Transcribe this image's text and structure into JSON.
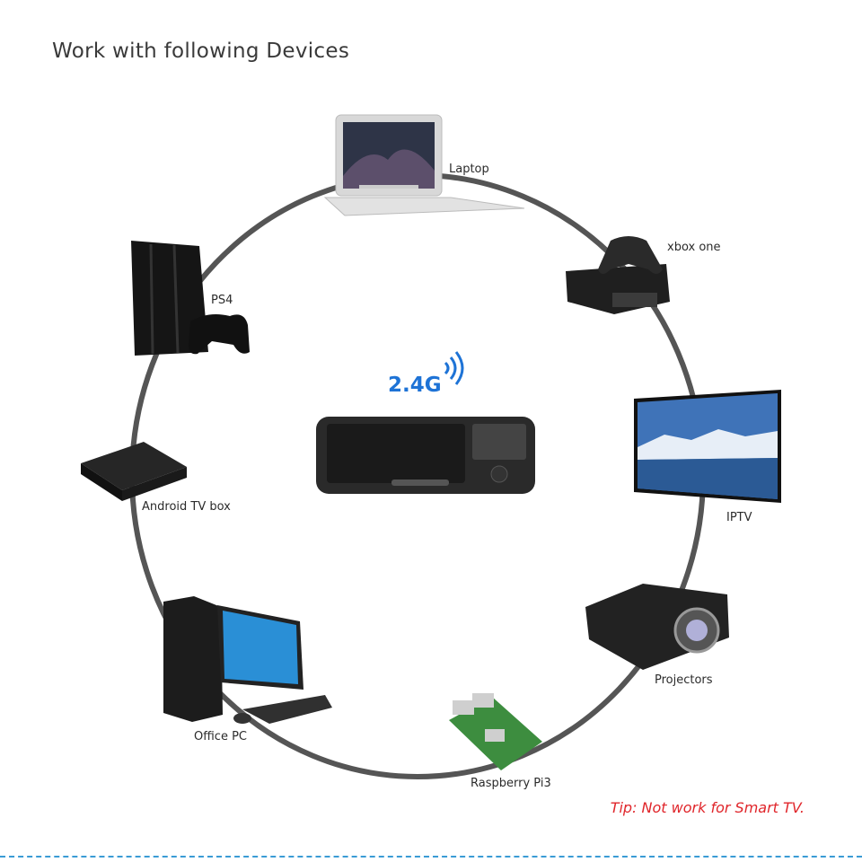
{
  "title": "Work with following Devices",
  "wireless": {
    "label": "2.4G"
  },
  "devices": {
    "laptop": "Laptop",
    "xbox": "xbox one",
    "ps4": "PS4",
    "android": "Android TV box",
    "iptv": "IPTV",
    "projectors": "Projectors",
    "office": "Office PC",
    "raspberry": "Raspberry Pi3"
  },
  "tip": "Tip: Not work for Smart TV.",
  "colors": {
    "ring": "#555555",
    "wifi": "#1e73d6",
    "tip": "#e0262b",
    "divider": "#3a9bd5"
  }
}
